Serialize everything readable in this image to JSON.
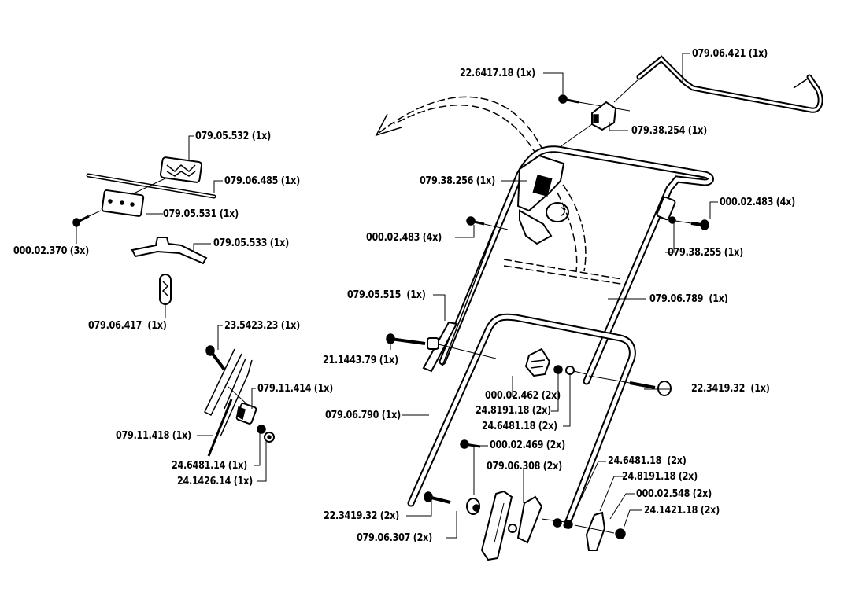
{
  "diagram": {
    "title": "Handle assembly exploded parts view",
    "parts": [
      {
        "id": "p1",
        "part_no": "079.05.532",
        "qty": "(1x)"
      },
      {
        "id": "p2",
        "part_no": "079.06.485",
        "qty": "(1x)"
      },
      {
        "id": "p3",
        "part_no": "079.05.531",
        "qty": "(1x)"
      },
      {
        "id": "p4",
        "part_no": "000.02.370",
        "qty": "(3x)"
      },
      {
        "id": "p5",
        "part_no": "079.05.533",
        "qty": "(1x)"
      },
      {
        "id": "p6",
        "part_no": "079.06.417",
        "qty": "(1x)"
      },
      {
        "id": "p7",
        "part_no": "23.5423.23",
        "qty": "(1x)"
      },
      {
        "id": "p8",
        "part_no": "079.11.414",
        "qty": "(1x)"
      },
      {
        "id": "p9",
        "part_no": "079.11.418",
        "qty": "(1x)"
      },
      {
        "id": "p10",
        "part_no": "24.6481.14",
        "qty": "(1x)"
      },
      {
        "id": "p11",
        "part_no": "24.1426.14",
        "qty": "(1x)"
      },
      {
        "id": "p12",
        "part_no": "22.6417.18",
        "qty": "(1x)"
      },
      {
        "id": "p13",
        "part_no": "079.06.421",
        "qty": "(1x)"
      },
      {
        "id": "p14",
        "part_no": "079.38.254",
        "qty": "(1x)"
      },
      {
        "id": "p15",
        "part_no": "079.38.256",
        "qty": "(1x)"
      },
      {
        "id": "p16",
        "part_no": "000.02.483",
        "qty": "(4x)"
      },
      {
        "id": "p17",
        "part_no": "000.02.483",
        "qty": "(4x)"
      },
      {
        "id": "p18",
        "part_no": "079.38.255",
        "qty": "(1x)"
      },
      {
        "id": "p19",
        "part_no": "079.05.515",
        "qty": "(1x)"
      },
      {
        "id": "p20",
        "part_no": "079.06.789",
        "qty": "(1x)"
      },
      {
        "id": "p21",
        "part_no": "21.1443.79",
        "qty": "(1x)"
      },
      {
        "id": "p22",
        "part_no": "000.02.462",
        "qty": "(2x)"
      },
      {
        "id": "p23",
        "part_no": "24.8191.18",
        "qty": "(2x)"
      },
      {
        "id": "p24",
        "part_no": "24.6481.18",
        "qty": "(2x)"
      },
      {
        "id": "p25",
        "part_no": "22.3419.32",
        "qty": "(1x)"
      },
      {
        "id": "p26",
        "part_no": "079.06.790",
        "qty": "(1x)"
      },
      {
        "id": "p27",
        "part_no": "000.02.469",
        "qty": "(2x)"
      },
      {
        "id": "p28",
        "part_no": "079.06.308",
        "qty": "(2x)"
      },
      {
        "id": "p29",
        "part_no": "24.6481.18",
        "qty": "(2x)"
      },
      {
        "id": "p30",
        "part_no": "24.8191.18",
        "qty": "(2x)"
      },
      {
        "id": "p31",
        "part_no": "000.02.548",
        "qty": "(2x)"
      },
      {
        "id": "p32",
        "part_no": "24.1421.18",
        "qty": "(2x)"
      },
      {
        "id": "p33",
        "part_no": "22.3419.32",
        "qty": "(2x)"
      },
      {
        "id": "p34",
        "part_no": "079.06.307",
        "qty": "(2x)"
      }
    ]
  }
}
